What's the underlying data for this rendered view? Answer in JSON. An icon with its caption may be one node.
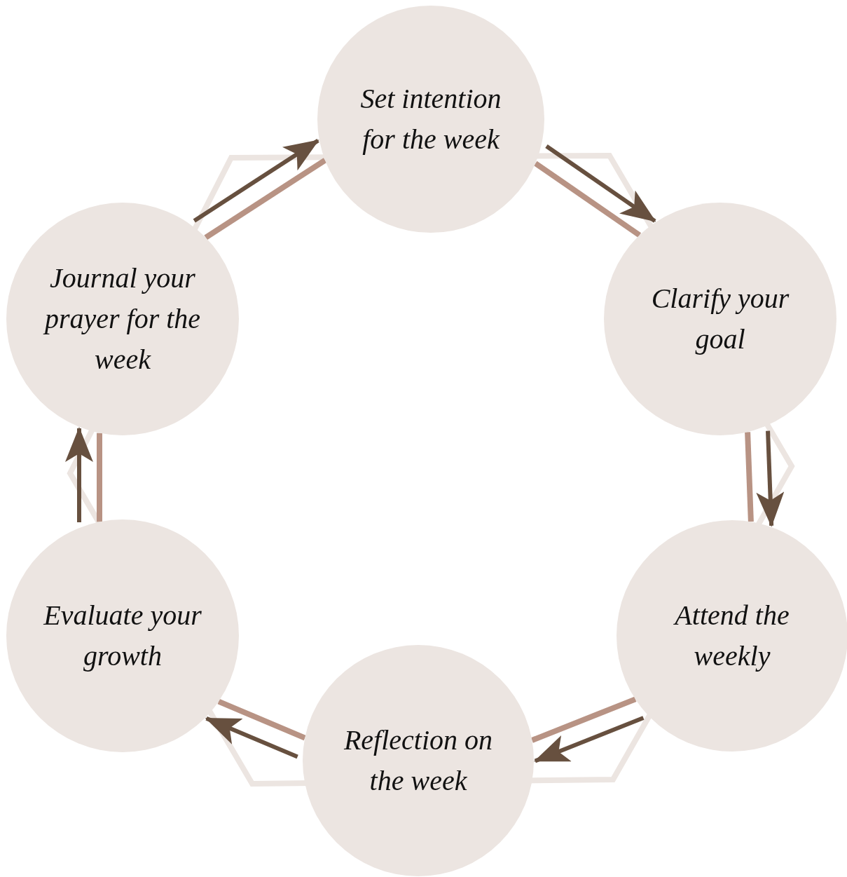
{
  "diagram": {
    "nodes": [
      {
        "text": [
          "Set intention for the week"
        ]
      },
      {
        "text": [
          "Clarify your goal"
        ]
      },
      {
        "text": [
          "Attend the weekly"
        ]
      },
      {
        "text": [
          "Reflection on the week"
        ]
      },
      {
        "text": [
          "Evaluate your growth"
        ]
      },
      {
        "text": [
          "Journal your prayer for the week"
        ]
      }
    ],
    "edges": [
      {
        "from": 0,
        "to": 1,
        "arrow": "to"
      },
      {
        "from": 1,
        "to": 2,
        "arrow": "to"
      },
      {
        "from": 2,
        "to": 3,
        "arrow": "to"
      },
      {
        "from": 3,
        "to": 4,
        "arrow": "to"
      },
      {
        "from": 4,
        "to": 5,
        "arrow": "to"
      },
      {
        "from": 5,
        "to": 0,
        "arrow": "to"
      }
    ]
  }
}
